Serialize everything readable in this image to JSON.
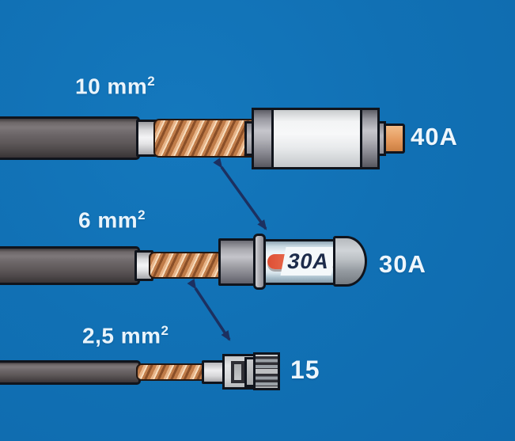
{
  "title": "Wire cross-section to fuse rating diagram",
  "colors": {
    "background": "#1171b5",
    "outline": "#10141c",
    "label_text": "#e9f4fb",
    "arrow": "#1c3060",
    "copper_strand": "#c07c49",
    "cable_insulation": "#5e5859",
    "fuse_body": "#eceef0",
    "fuse_cap_gray": "#9a9aa0",
    "contact_orange": "#e59a5e",
    "glass_tube": "#e7f0f5",
    "filament_red": "#de4f34",
    "fuse_print_text": "#1c2b4a"
  },
  "rows": [
    {
      "wire_label": "10 mm",
      "wire_label_sup": "2",
      "rating_label": "40A"
    },
    {
      "wire_label": "6 mm",
      "wire_label_sup": "2",
      "rating_label": "30A",
      "fuse_print": "30A"
    },
    {
      "wire_label": "2,5 mm",
      "wire_label_sup": "2",
      "rating_label": "15"
    }
  ]
}
